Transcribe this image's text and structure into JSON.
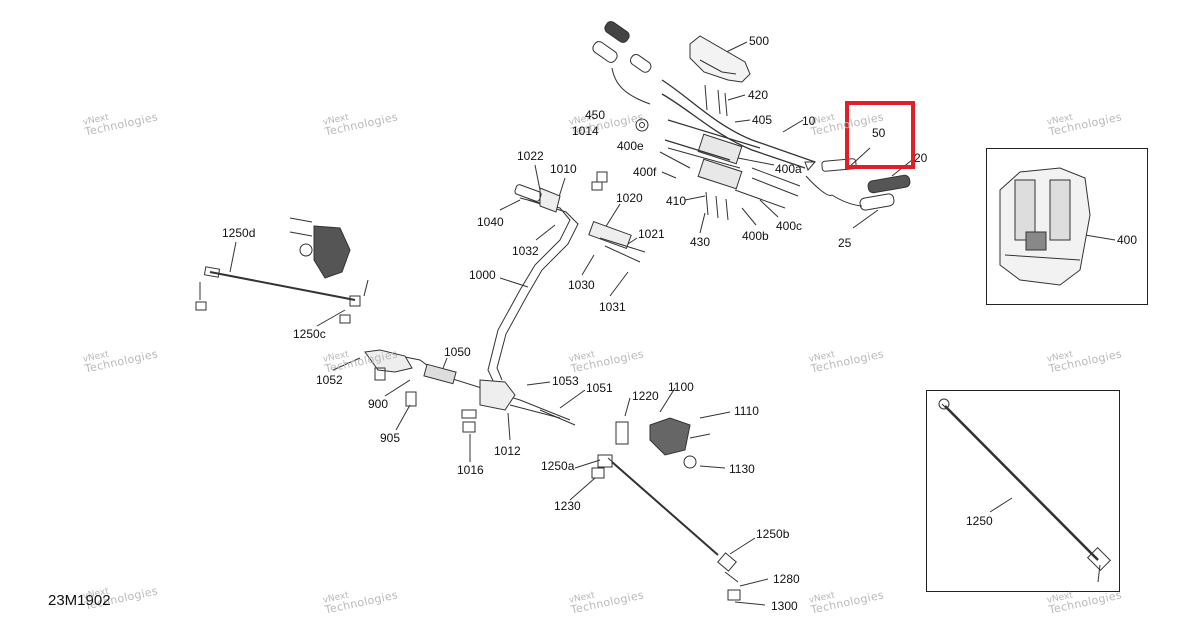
{
  "diagram": {
    "code": "23M1902",
    "highlight_color": "#e01f26",
    "watermark": {
      "line1": "vNext",
      "line2": "Technologies"
    },
    "labels": {
      "p500": "500",
      "p420": "420",
      "p405": "405",
      "p450": "450",
      "p1014": "1014",
      "p10": "10",
      "p50": "50",
      "p20": "20",
      "p400e": "400e",
      "p400a": "400a",
      "p400f": "400f",
      "p1022": "1022",
      "p1010": "1010",
      "p410": "410",
      "p400b": "400b",
      "p400c": "400c",
      "p430": "430",
      "p1020": "1020",
      "p1040": "1040",
      "p1021": "1021",
      "p25": "25",
      "p1032": "1032",
      "p400": "400",
      "p1250d": "1250d",
      "p1000": "1000",
      "p1030": "1030",
      "p1031": "1031",
      "p1250c": "1250c",
      "p1050": "1050",
      "p1052": "1052",
      "p1053": "1053",
      "p1051": "1051",
      "p1100": "1100",
      "p900": "900",
      "p1220": "1220",
      "p1110": "1110",
      "p905": "905",
      "p1012": "1012",
      "p1016": "1016",
      "p1250a": "1250a",
      "p1130": "1130",
      "p1230": "1230",
      "p1250": "1250",
      "p1250b": "1250b",
      "p1280": "1280",
      "p1300": "1300"
    }
  }
}
